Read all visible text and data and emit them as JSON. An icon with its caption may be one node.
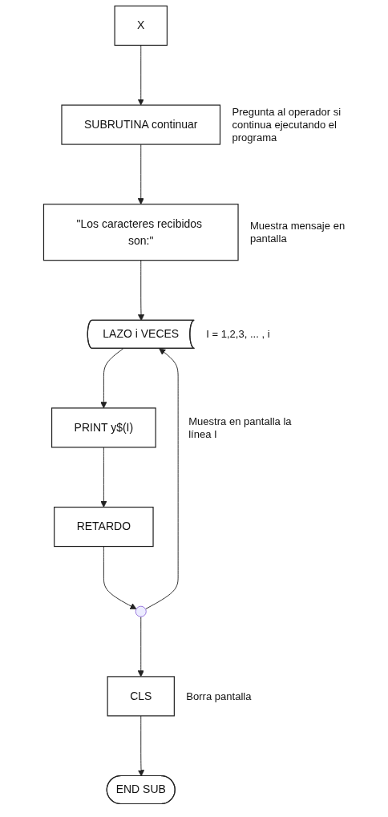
{
  "diagram": {
    "nodes": [
      {
        "text": [
          "X"
        ]
      },
      {
        "text": [
          "SUBRUTINA continuar"
        ],
        "beside": [
          "Pregunta al operador si continua ejecutando el programa"
        ]
      },
      {
        "text": [
          "\"Los caracteres recibidos son:\""
        ],
        "beside": [
          "Muestra mensaje en pantalla"
        ]
      },
      {
        "text": [
          "LAZO i VECES"
        ],
        "beside": [
          "I = 1,2,3, ... , i"
        ]
      },
      {
        "text": [
          "PRINT y$(I)"
        ],
        "beside": [
          "Muestra en pantalla la línea I"
        ]
      },
      {
        "text": [
          "RETARDO"
        ]
      },
      {
        "text": [],
        "shape": "circle"
      },
      {
        "text": [
          "CLS"
        ],
        "beside": [
          "Borra pantalla"
        ]
      },
      {
        "text": [
          "END SUB"
        ]
      }
    ],
    "edges": [
      {
        "from": 0,
        "to": 1,
        "arrow": "to"
      },
      {
        "from": 1,
        "to": 2,
        "arrow": "to"
      },
      {
        "from": 2,
        "to": 3,
        "arrow": "to"
      },
      {
        "from": 3,
        "to": 4,
        "arrow": "to"
      },
      {
        "from": 4,
        "to": 5,
        "arrow": "to"
      },
      {
        "from": 5,
        "to": 6,
        "arrow": "to"
      },
      {
        "from": 6,
        "to": 3,
        "arrow": "to"
      },
      {
        "from": 6,
        "to": 7,
        "arrow": "to"
      },
      {
        "from": 7,
        "to": 8,
        "arrow": "to"
      }
    ]
  }
}
